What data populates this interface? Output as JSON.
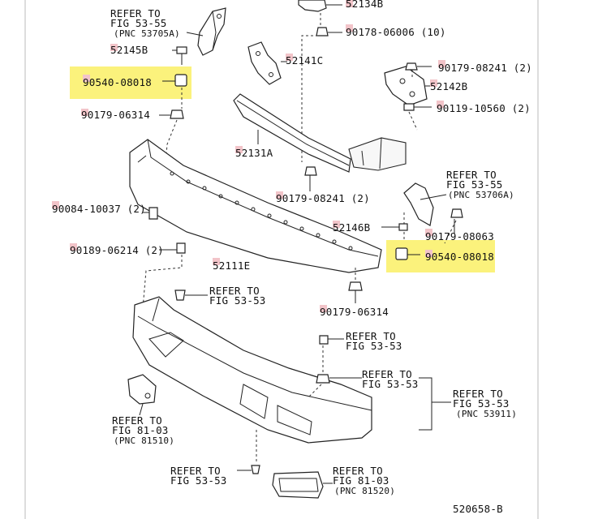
{
  "colors": {
    "highlight": "#fbf27c",
    "marker": "#f2c4c9",
    "line": "#222222"
  },
  "labels": {
    "p52134B": "52134B",
    "p90178": "90178-06006 (10)",
    "refer_53705A_l1": "REFER TO",
    "refer_53705A_l2": "FIG 53-55",
    "refer_53705A_l3": "(PNC 53705A)",
    "p52145B": "52145B",
    "p52141C": "52141C",
    "p90179_08241_a": "90179-08241 (2)",
    "p52142B": "52142B",
    "p90540_a": "90540-08018",
    "p90119": "90119-10560 (2)",
    "p90179_06314_a": "90179-06314",
    "p52131A": "52131A",
    "refer_53706A_l1": "REFER TO",
    "refer_53706A_l2": "FIG 53-55",
    "refer_53706A_l3": "(PNC 53706A)",
    "p90179_08241_b": "90179-08241 (2)",
    "p90084": "90084-10037 (2)",
    "p52146B": "52146B",
    "p90179_08063": "90179-08063",
    "p90189": "90189-06214 (2)",
    "p52111E": "52111E",
    "p90540_b": "90540-08018",
    "refer_5353_a_l1": "REFER TO",
    "refer_5353_a_l2": "FIG 53-53",
    "p90179_06314_b": "90179-06314",
    "refer_5353_b_l1": "REFER TO",
    "refer_5353_b_l2": "FIG 53-53",
    "refer_5353_c_l1": "REFER TO",
    "refer_5353_c_l2": "FIG 53-53",
    "refer_53911_l1": "REFER TO",
    "refer_53911_l2": "FIG 53-53",
    "refer_53911_l3": "(PNC 53911)",
    "refer_81510_l1": "REFER TO",
    "refer_81510_l2": "FIG 81-03",
    "refer_81510_l3": "(PNC 81510)",
    "refer_5353_d_l1": "REFER TO",
    "refer_5353_d_l2": "FIG 53-53",
    "refer_81520_l1": "REFER TO",
    "refer_81520_l2": "FIG 81-03",
    "refer_81520_l3": "(PNC 81520)",
    "diagram_id": "520658-B"
  }
}
